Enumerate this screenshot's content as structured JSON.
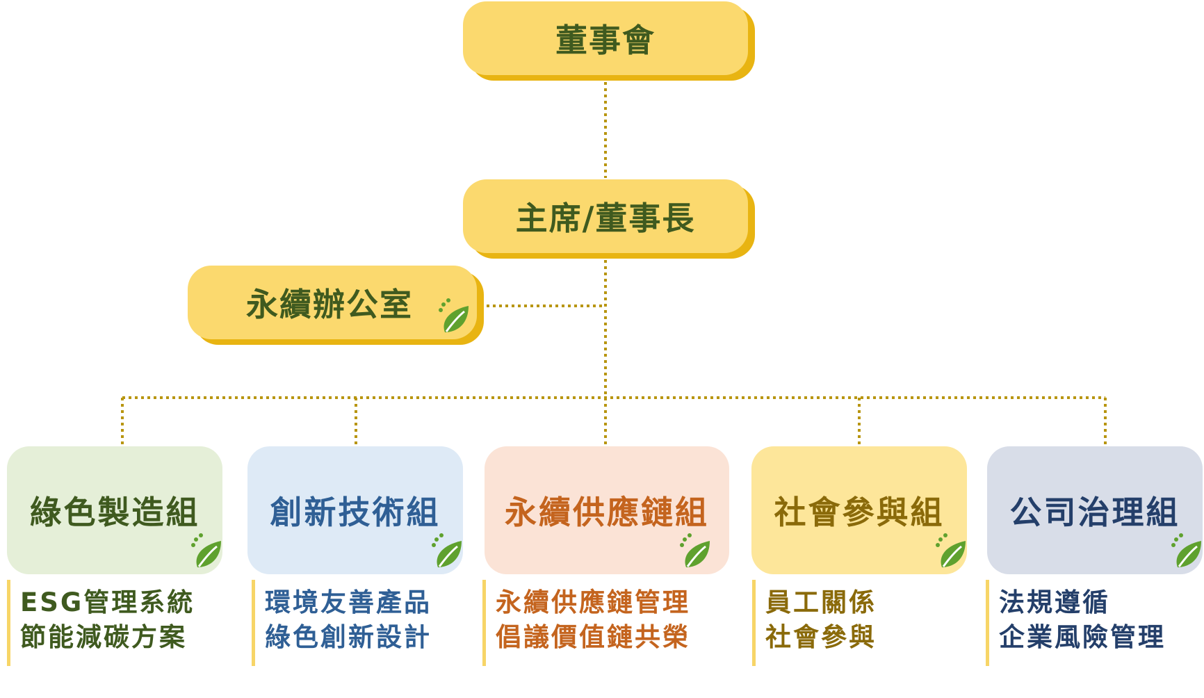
{
  "nodes": {
    "board": "董事會",
    "chairman": "主席/董事長",
    "office": "永續辦公室"
  },
  "groups": [
    {
      "title": "綠色製造組",
      "items": [
        "ESG管理系統",
        "節能減碳方案"
      ],
      "color": "#3f5a1f",
      "bg": "#e5efd8"
    },
    {
      "title": "創新技術組",
      "items": [
        "環境友善產品",
        "綠色創新設計"
      ],
      "color": "#2f5f95",
      "bg": "#deeaf6"
    },
    {
      "title": "永續供應鏈組",
      "items": [
        "永續供應鏈管理",
        "倡議價值鏈共榮"
      ],
      "color": "#c4641e",
      "bg": "#fbe3d6"
    },
    {
      "title": "社會參與組",
      "items": [
        "員工關係",
        "社會參與"
      ],
      "color": "#8a6a0a",
      "bg": "#fde69a"
    },
    {
      "title": "公司治理組",
      "items": [
        "法規遵循",
        "企業風險管理"
      ],
      "color": "#243f6a",
      "bg": "#d8dde8"
    }
  ],
  "colors": {
    "node_fill": "#fbd96e",
    "node_shadow": "#e8b412",
    "connector": "#b8950f",
    "leaf": "#5fa12e",
    "desc_bar": "#f7d567"
  },
  "icons": {
    "leaf": "leaf-icon"
  }
}
